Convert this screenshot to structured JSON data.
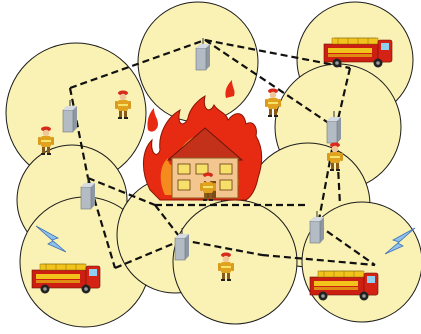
{
  "diagram": {
    "colors": {
      "coverage_fill": "#faf2b4",
      "coverage_stroke": "#1a1a1a",
      "link_stroke": "#111111",
      "sensor_fill": "#a9b2bb",
      "fire_outer": "#e62b12",
      "fire_inner": "#f58b1e",
      "house_wall": "#f3c58f",
      "truck_red": "#cc1f12",
      "truck_yellow": "#f1c31b",
      "lightning": "#8ec0ee"
    },
    "nodes": [
      {
        "kind": "coverage-area",
        "icon": "sensor-node-icon"
      },
      {
        "kind": "fire",
        "icon": "burning-house-icon"
      },
      {
        "kind": "firefighter",
        "icon": "firefighter-icon"
      },
      {
        "kind": "fire-truck",
        "icon": "fire-truck-icon"
      },
      {
        "kind": "wireless-link",
        "icon": "lightning-icon"
      }
    ]
  }
}
